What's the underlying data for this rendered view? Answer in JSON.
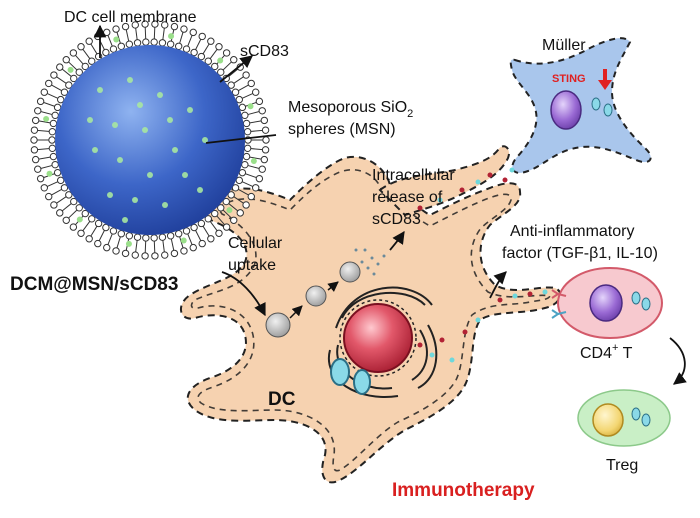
{
  "labels": {
    "dc_membrane": "DC cell membrane",
    "scd83": "sCD83",
    "msn_line1": "Mesoporous SiO",
    "msn_sub": "2",
    "msn_line2": "spheres (MSN)",
    "muller": "Müller",
    "sting": "STING",
    "intracellular_1": "Intracellular",
    "intracellular_2": "release of",
    "intracellular_3": "sCD83",
    "anti_inflam_1": "Anti-inflammatory",
    "anti_inflam_2": "factor (TGF-β1, IL-10)",
    "cellular_1": "Cellular",
    "cellular_2": "uptake",
    "dcm": "DCM@MSN/sCD83",
    "cd4_main": "CD4",
    "cd4_sup": "+",
    "cd4_t": " T",
    "dc": "DC",
    "treg": "Treg",
    "immuno": "Immunotherapy"
  },
  "colors": {
    "sphere_core": "#2e55b8",
    "sphere_light": "#7fa6ea",
    "lipid_head": "#ffffff",
    "dc_fill": "#f6d2b0",
    "muller_fill": "#a9c6ec",
    "cd4_fill": "#f7c9cf",
    "treg_fill": "#c9efc6",
    "nucleus_red": "#d8344a",
    "purple_nucleus": "#8c5cc8",
    "yellow_nucleus": "#f1d36a",
    "factor_red": "#b22234",
    "factor_cyan": "#6ed8dc",
    "title_red": "#d92020"
  }
}
